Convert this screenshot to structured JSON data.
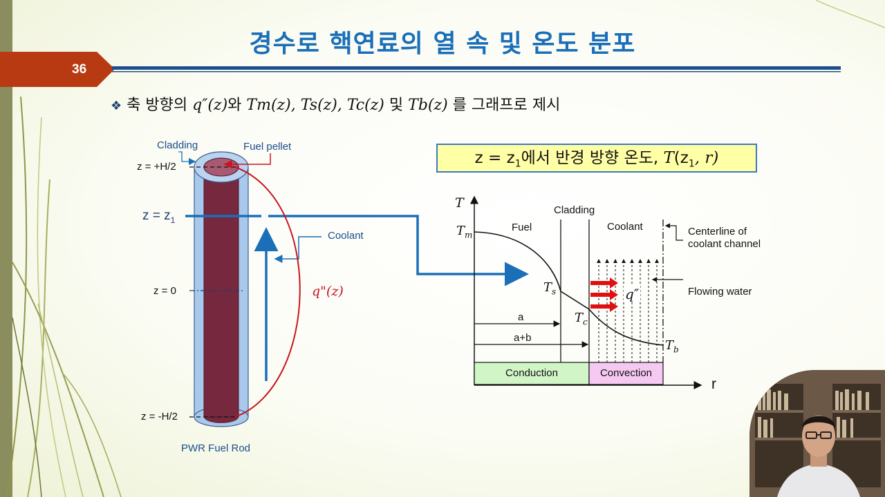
{
  "slide": {
    "title": "경수로 핵연료의 열 속 및 온도 분포",
    "page_number": "36",
    "bullet_symbol": "❖",
    "bullet": {
      "prefix": "축 방향의",
      "q": "q″(z)",
      "wa": "와",
      "tm": "Tm(z),",
      "ts": "Ts(z),",
      "tc": "Tc(z)",
      "mit": "및",
      "tb": "Tb(z)",
      "suffix": "를 그래프로 제시"
    }
  },
  "fuel_rod": {
    "cladding_label": "Cladding",
    "pellet_label": "Fuel pellet",
    "top_label": "z = +H/2",
    "z1_label_main": "z = z",
    "z1_label_sub": "1",
    "zero_label": "z = 0",
    "bottom_label": "z = -H/2",
    "coolant_label": "Coolant",
    "flux_label": "q\"(z)",
    "caption": "PWR Fuel Rod"
  },
  "formula_box": {
    "text_a": "z = z",
    "sub": "1",
    "text_b": "에서 반경 방향 온도,",
    "func": "T",
    "args": "(z",
    "args_sub": "1",
    "args_end": ", r)"
  },
  "graph": {
    "y_axis": "T",
    "x_axis": "r",
    "tm_main": "T",
    "tm_sub": "m",
    "ts_main": "T",
    "ts_sub": "s",
    "tc_main": "T",
    "tc_sub": "c",
    "tb_main": "T",
    "tb_sub": "b",
    "fuel_region": "Fuel",
    "cladding_region": "Cladding",
    "coolant_region": "Coolant",
    "centerline_1": "Centerline of",
    "centerline_2": "coolant channel",
    "flowing_water": "Flowing water",
    "heat_flux": "q″",
    "dim_a": "a",
    "dim_ab": "a+b",
    "conduction": "Conduction",
    "convection": "Convection"
  },
  "colors": {
    "title": "#1a6fb8",
    "tab": "#b83a12",
    "rule": "#1f4e8c",
    "cladding": "#a9c9ec",
    "pellet": "#76283f",
    "flux_curve": "#c8141e",
    "flow_arrow": "#1a6fb8",
    "box_fill": "#ffffa6",
    "conduction_fill": "#d2f5c8",
    "convection_fill": "#f6c9f2"
  }
}
